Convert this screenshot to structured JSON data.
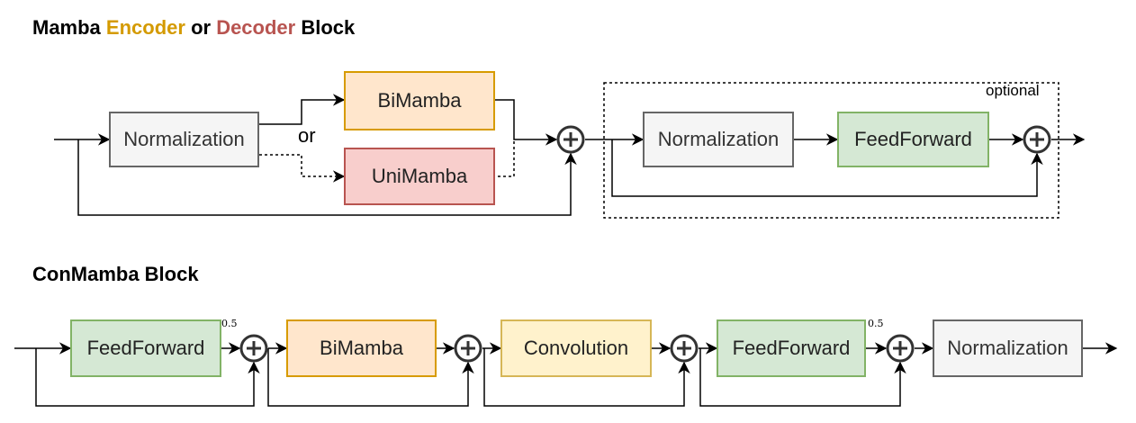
{
  "top_block": {
    "title_prefix": "Mamba ",
    "title_encoder": "Encoder",
    "title_or": " or ",
    "title_decoder": "Decoder",
    "title_suffix": " Block",
    "normalization": "Normalization",
    "bimamba": "BiMamba",
    "unimamba": "UniMamba",
    "or_label": "or",
    "optional_label": "optional",
    "normalization_2": "Normalization",
    "feedforward": "FeedForward"
  },
  "bottom_block": {
    "title": "ConMamba Block",
    "feedforward_1": "FeedForward",
    "scale_1": "0.5",
    "bimamba": "BiMamba",
    "convolution": "Convolution",
    "feedforward_2": "FeedForward",
    "scale_2": "0.5",
    "normalization": "Normalization"
  },
  "colors": {
    "encoder": "#d49a00",
    "decoder": "#b85450",
    "gray_fill": "#f5f5f5",
    "orange_fill": "#ffe6cc",
    "red_fill": "#f8cecc",
    "green_fill": "#d5e8d4",
    "yellow_fill": "#fff2cc"
  }
}
